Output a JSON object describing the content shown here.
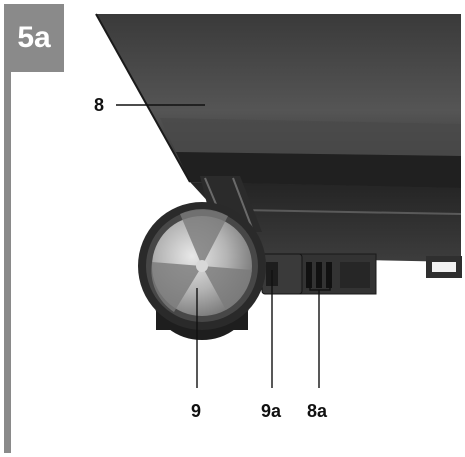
{
  "figure": {
    "label": "5a"
  },
  "callouts": {
    "guard": "8",
    "knob": "9",
    "knob_lever": "9a",
    "guard_slots": "8a"
  },
  "colors": {
    "frame_gray": "#8a8a8a",
    "guard_dark": "#2e2e2e",
    "knob_metal": "#b9b9b9"
  }
}
